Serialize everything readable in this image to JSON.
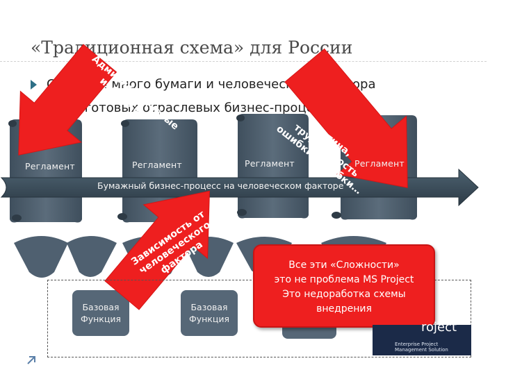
{
  "title": "«Традиционная схема» для России",
  "bullets": [
    "Слишком много бумаги и человеческого фактора",
    "Мало готовых отраслевых бизнес-процессов"
  ],
  "scrolls": [
    {
      "label": "Регламент"
    },
    {
      "label": "Регламент"
    },
    {
      "label": "Регламент"
    },
    {
      "label": "Регламент"
    }
  ],
  "banner": "Бумажный бизнес-процесс на человеческом факторе",
  "functions": [
    {
      "label": "Базовая\nФункция"
    },
    {
      "label": "Базовая\nФункция"
    }
  ],
  "stamps": {
    "admin": "Административные издержки",
    "routine": "Рутина, трудоемкость ошибки, ошибки…",
    "dependence": "Зависимость от человеческого фактора"
  },
  "callout": {
    "line1": "Все эти «Сложности»",
    "line2": "это не проблема MS Project",
    "line3": "Это недоработка схемы",
    "line4": "внедрения"
  },
  "logo": {
    "word": "roject",
    "sub1": "Enterprise Project",
    "sub2": "Management Solution"
  },
  "colors": {
    "scroll": "#4f6070",
    "scroll_dark": "#3d4b58",
    "banner": "#3a4b58",
    "arrow_red": "#ee1f1f",
    "title": "#4a4a4a",
    "bullet_marker": "#2e6f86"
  }
}
